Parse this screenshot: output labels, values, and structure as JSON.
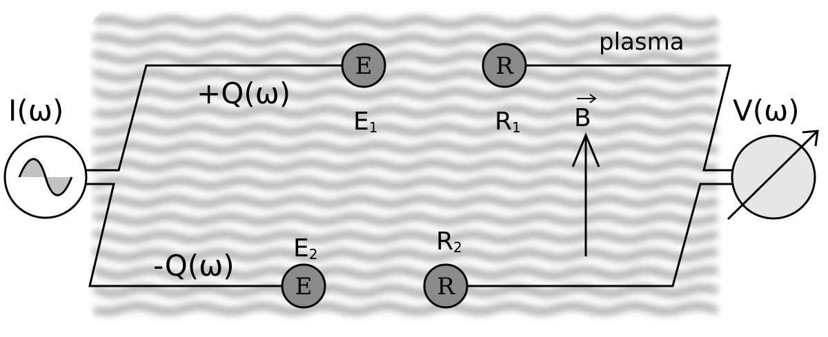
{
  "labels": {
    "current_source": "I(ω)",
    "voltmeter": "V(ω)",
    "plus_charge": "+Q(ω)",
    "minus_charge": "-Q(ω)",
    "plasma": "plasma",
    "field": "B",
    "e1_main": "E",
    "e1_sub": "1",
    "e2_main": "E",
    "e2_sub": "2",
    "r1_main": "R",
    "r1_sub": "1",
    "r2_main": "R",
    "r2_sub": "2"
  },
  "symbols": {
    "emitter_glyph": "E",
    "receiver_glyph": "R"
  },
  "colors": {
    "wire": "#000000",
    "electrode_fill": "#8a8a8a",
    "meter_fill": "#e6e6e6",
    "plasma_wave": "#9a9a9a"
  },
  "icons": {
    "source": "ac-source-icon",
    "meter": "variable-voltmeter-icon",
    "field_arrow": "arrow-up-icon"
  }
}
